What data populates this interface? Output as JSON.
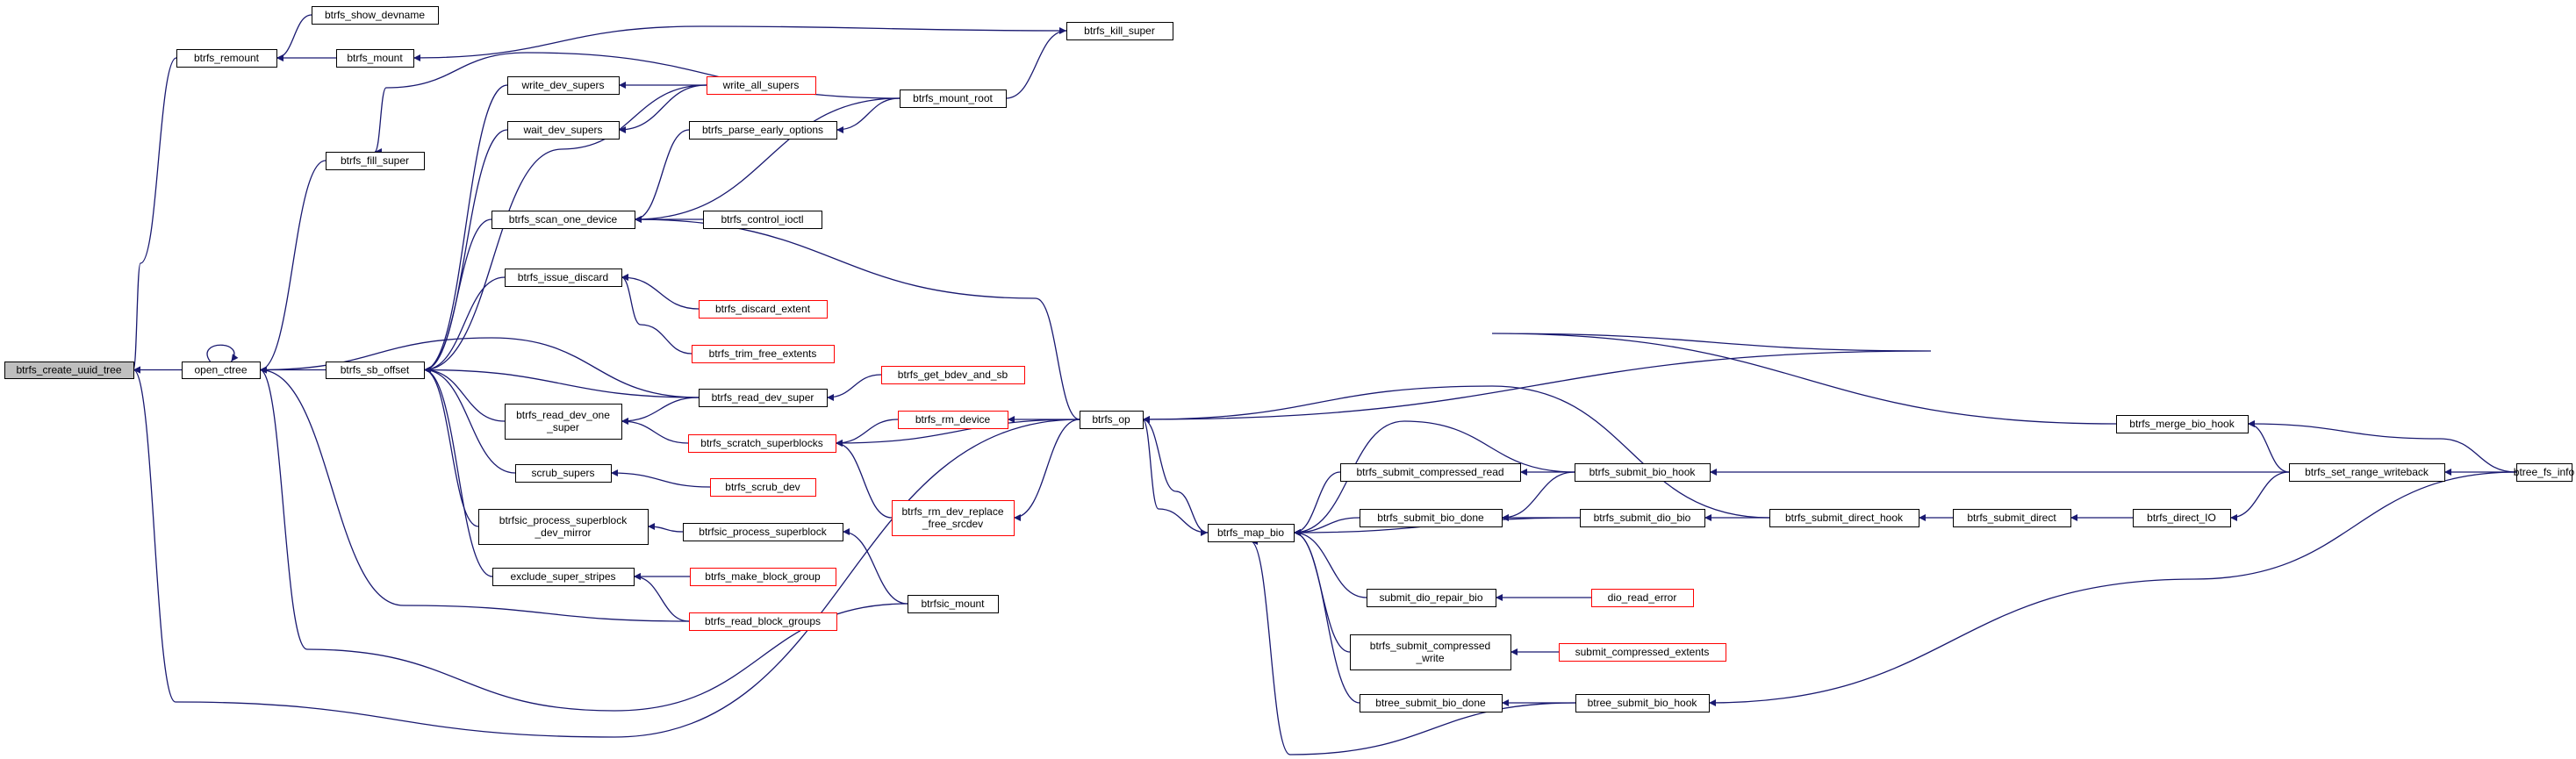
{
  "colors": {
    "edge": "#191970",
    "node_border": "#000000",
    "truncated_border": "#ff0000",
    "root_fill": "#bfbfbf"
  },
  "nodes": [
    {
      "id": "root",
      "lines": [
        "btrfs_create_uuid_tree"
      ],
      "truncated": false,
      "root": true
    },
    {
      "id": "open_ctree",
      "lines": [
        "open_ctree"
      ],
      "truncated": false
    },
    {
      "id": "btrfs_remount",
      "lines": [
        "btrfs_remount"
      ],
      "truncated": false
    },
    {
      "id": "btrfs_show_devname",
      "lines": [
        "btrfs_show_devname"
      ],
      "truncated": false
    },
    {
      "id": "btrfs_mount",
      "lines": [
        "btrfs_mount"
      ],
      "truncated": false
    },
    {
      "id": "btrfs_kill_super",
      "lines": [
        "btrfs_kill_super"
      ],
      "truncated": false
    },
    {
      "id": "btrfs_fill_super",
      "lines": [
        "btrfs_fill_super"
      ],
      "truncated": false
    },
    {
      "id": "btrfs_sb_offset",
      "lines": [
        "btrfs_sb_offset"
      ],
      "truncated": false
    },
    {
      "id": "write_dev_supers",
      "lines": [
        "write_dev_supers"
      ],
      "truncated": false
    },
    {
      "id": "write_all_supers",
      "lines": [
        "write_all_supers"
      ],
      "truncated": true
    },
    {
      "id": "wait_dev_supers",
      "lines": [
        "wait_dev_supers"
      ],
      "truncated": false
    },
    {
      "id": "btrfs_mount_root",
      "lines": [
        "btrfs_mount_root"
      ],
      "truncated": false
    },
    {
      "id": "btrfs_parse_early_options",
      "lines": [
        "btrfs_parse_early_options"
      ],
      "truncated": false
    },
    {
      "id": "btrfs_scan_one_device",
      "lines": [
        "btrfs_scan_one_device"
      ],
      "truncated": false
    },
    {
      "id": "btrfs_control_ioctl",
      "lines": [
        "btrfs_control_ioctl"
      ],
      "truncated": false
    },
    {
      "id": "btrfs_issue_discard",
      "lines": [
        "btrfs_issue_discard"
      ],
      "truncated": false
    },
    {
      "id": "btrfs_discard_extent",
      "lines": [
        "btrfs_discard_extent"
      ],
      "truncated": true
    },
    {
      "id": "btrfs_trim_free_extents",
      "lines": [
        "btrfs_trim_free_extents"
      ],
      "truncated": true
    },
    {
      "id": "btrfs_read_dev_super",
      "lines": [
        "btrfs_read_dev_super"
      ],
      "truncated": false
    },
    {
      "id": "btrfs_get_bdev_and_sb",
      "lines": [
        "btrfs_get_bdev_and_sb"
      ],
      "truncated": true
    },
    {
      "id": "btrfs_read_dev_one_super",
      "lines": [
        "btrfs_read_dev_one",
        "_super"
      ],
      "truncated": false
    },
    {
      "id": "btrfs_scratch_superblocks",
      "lines": [
        "btrfs_scratch_superblocks"
      ],
      "truncated": true
    },
    {
      "id": "btrfs_rm_device",
      "lines": [
        "btrfs_rm_device"
      ],
      "truncated": true
    },
    {
      "id": "btrfs_rm_dev_replace_free_srcdev",
      "lines": [
        "btrfs_rm_dev_replace",
        "_free_srcdev"
      ],
      "truncated": true
    },
    {
      "id": "scrub_supers",
      "lines": [
        "scrub_supers"
      ],
      "truncated": false
    },
    {
      "id": "btrfs_scrub_dev",
      "lines": [
        "btrfs_scrub_dev"
      ],
      "truncated": true
    },
    {
      "id": "btrfsic_process_superblock_dev_mirror",
      "lines": [
        "btrfsic_process_superblock",
        "_dev_mirror"
      ],
      "truncated": false
    },
    {
      "id": "btrfsic_process_superblock",
      "lines": [
        "btrfsic_process_superblock"
      ],
      "truncated": false
    },
    {
      "id": "exclude_super_stripes",
      "lines": [
        "exclude_super_stripes"
      ],
      "truncated": false
    },
    {
      "id": "btrfs_make_block_group",
      "lines": [
        "btrfs_make_block_group"
      ],
      "truncated": true
    },
    {
      "id": "btrfs_read_block_groups",
      "lines": [
        "btrfs_read_block_groups"
      ],
      "truncated": true
    },
    {
      "id": "btrfsic_mount",
      "lines": [
        "btrfsic_mount"
      ],
      "truncated": false
    },
    {
      "id": "btrfs_op",
      "lines": [
        "btrfs_op"
      ],
      "truncated": false
    },
    {
      "id": "btrfs_map_bio",
      "lines": [
        "btrfs_map_bio"
      ],
      "truncated": false
    },
    {
      "id": "btrfs_submit_compressed_read",
      "lines": [
        "btrfs_submit_compressed_read"
      ],
      "truncated": false
    },
    {
      "id": "btrfs_submit_bio_hook",
      "lines": [
        "btrfs_submit_bio_hook"
      ],
      "truncated": false
    },
    {
      "id": "btrfs_submit_bio_done",
      "lines": [
        "btrfs_submit_bio_done"
      ],
      "truncated": false
    },
    {
      "id": "btrfs_submit_dio_bio",
      "lines": [
        "btrfs_submit_dio_bio"
      ],
      "truncated": false
    },
    {
      "id": "btrfs_submit_direct_hook",
      "lines": [
        "btrfs_submit_direct_hook"
      ],
      "truncated": false
    },
    {
      "id": "btrfs_submit_direct",
      "lines": [
        "btrfs_submit_direct"
      ],
      "truncated": false
    },
    {
      "id": "btrfs_direct_IO",
      "lines": [
        "btrfs_direct_IO"
      ],
      "truncated": false
    },
    {
      "id": "submit_dio_repair_bio",
      "lines": [
        "submit_dio_repair_bio"
      ],
      "truncated": false
    },
    {
      "id": "dio_read_error",
      "lines": [
        "dio_read_error"
      ],
      "truncated": true
    },
    {
      "id": "btrfs_submit_compressed_write",
      "lines": [
        "btrfs_submit_compressed",
        "_write"
      ],
      "truncated": false
    },
    {
      "id": "submit_compressed_extents",
      "lines": [
        "submit_compressed_extents"
      ],
      "truncated": true
    },
    {
      "id": "btree_submit_bio_done",
      "lines": [
        "btree_submit_bio_done"
      ],
      "truncated": false
    },
    {
      "id": "btree_submit_bio_hook",
      "lines": [
        "btree_submit_bio_hook"
      ],
      "truncated": false
    },
    {
      "id": "btrfs_merge_bio_hook",
      "lines": [
        "btrfs_merge_bio_hook"
      ],
      "truncated": false
    },
    {
      "id": "btrfs_set_range_writeback",
      "lines": [
        "btrfs_set_range_writeback"
      ],
      "truncated": false
    },
    {
      "id": "btree_fs_info",
      "lines": [
        "btree_fs_info"
      ],
      "truncated": false
    }
  ],
  "edges": [
    [
      "btrfs_remount",
      "root"
    ],
    [
      "open_ctree",
      "root"
    ],
    [
      "btrfs_op",
      "root"
    ],
    [
      "btrfs_sb_offset",
      "open_ctree"
    ],
    [
      "btrfs_fill_super",
      "open_ctree"
    ],
    [
      "btrfs_read_block_groups",
      "open_ctree"
    ],
    [
      "btrfsic_mount",
      "open_ctree"
    ],
    [
      "btrfs_read_dev_super",
      "open_ctree"
    ],
    [
      "open_ctree",
      "open_ctree"
    ],
    [
      "btrfs_show_devname",
      "btrfs_remount"
    ],
    [
      "btrfs_mount",
      "btrfs_remount"
    ],
    [
      "btrfs_kill_super",
      "btrfs_mount"
    ],
    [
      "btrfs_mount_root",
      "btrfs_fill_super"
    ],
    [
      "btrfs_mount_root",
      "btrfs_kill_super"
    ],
    [
      "write_dev_supers",
      "btrfs_sb_offset"
    ],
    [
      "wait_dev_supers",
      "btrfs_sb_offset"
    ],
    [
      "write_all_supers",
      "btrfs_sb_offset"
    ],
    [
      "btrfs_scan_one_device",
      "btrfs_sb_offset"
    ],
    [
      "btrfs_issue_discard",
      "btrfs_sb_offset"
    ],
    [
      "btrfs_read_dev_super",
      "btrfs_sb_offset"
    ],
    [
      "btrfs_read_dev_one_super",
      "btrfs_sb_offset"
    ],
    [
      "scrub_supers",
      "btrfs_sb_offset"
    ],
    [
      "btrfsic_process_superblock_dev_mirror",
      "btrfs_sb_offset"
    ],
    [
      "exclude_super_stripes",
      "btrfs_sb_offset"
    ],
    [
      "write_all_supers",
      "write_dev_supers"
    ],
    [
      "write_all_supers",
      "wait_dev_supers"
    ],
    [
      "btrfs_parse_early_options",
      "btrfs_scan_one_device"
    ],
    [
      "btrfs_mount_root",
      "btrfs_scan_one_device"
    ],
    [
      "btrfs_control_ioctl",
      "btrfs_scan_one_device"
    ],
    [
      "btrfs_op",
      "btrfs_scan_one_device"
    ],
    [
      "btrfs_mount_root",
      "btrfs_parse_early_options"
    ],
    [
      "btrfs_discard_extent",
      "btrfs_issue_discard"
    ],
    [
      "btrfs_trim_free_extents",
      "btrfs_issue_discard"
    ],
    [
      "btrfs_get_bdev_and_sb",
      "btrfs_read_dev_super"
    ],
    [
      "btrfs_read_dev_super",
      "btrfs_read_dev_one_super"
    ],
    [
      "btrfs_scratch_superblocks",
      "btrfs_read_dev_one_super"
    ],
    [
      "btrfs_rm_device",
      "btrfs_scratch_superblocks"
    ],
    [
      "btrfs_rm_dev_replace_free_srcdev",
      "btrfs_scratch_superblocks"
    ],
    [
      "btrfs_op",
      "btrfs_scratch_superblocks"
    ],
    [
      "btrfs_op",
      "btrfs_rm_device"
    ],
    [
      "btrfs_op",
      "btrfs_rm_dev_replace_free_srcdev"
    ],
    [
      "btrfs_scrub_dev",
      "scrub_supers"
    ],
    [
      "btrfsic_process_superblock",
      "btrfsic_process_superblock_dev_mirror"
    ],
    [
      "btrfsic_mount",
      "btrfsic_process_superblock"
    ],
    [
      "btrfs_make_block_group",
      "exclude_super_stripes"
    ],
    [
      "btrfs_read_block_groups",
      "exclude_super_stripes"
    ],
    [
      "btrfs_map_bio",
      "btrfs_op"
    ],
    [
      "btrfs_merge_bio_hook",
      "btrfs_op"
    ],
    [
      "btrfs_submit_direct_hook",
      "btrfs_op"
    ],
    [
      "btrfs_op",
      "btrfs_map_bio"
    ],
    [
      "btrfs_submit_compressed_read",
      "btrfs_map_bio"
    ],
    [
      "btrfs_submit_bio_hook",
      "btrfs_map_bio"
    ],
    [
      "btrfs_submit_bio_done",
      "btrfs_map_bio"
    ],
    [
      "btrfs_submit_dio_bio",
      "btrfs_map_bio"
    ],
    [
      "submit_dio_repair_bio",
      "btrfs_map_bio"
    ],
    [
      "btrfs_submit_compressed_write",
      "btrfs_map_bio"
    ],
    [
      "btree_submit_bio_done",
      "btrfs_map_bio"
    ],
    [
      "btree_submit_bio_hook",
      "btrfs_map_bio"
    ],
    [
      "btrfs_submit_bio_hook",
      "btrfs_submit_compressed_read"
    ],
    [
      "btrfs_submit_bio_hook",
      "btrfs_submit_bio_done"
    ],
    [
      "btrfs_submit_dio_bio",
      "btrfs_submit_bio_done"
    ],
    [
      "btrfs_submit_direct_hook",
      "btrfs_submit_dio_bio"
    ],
    [
      "btrfs_submit_direct",
      "btrfs_submit_direct_hook"
    ],
    [
      "btrfs_direct_IO",
      "btrfs_submit_direct"
    ],
    [
      "btrfs_set_range_writeback",
      "btrfs_direct_IO"
    ],
    [
      "btrfs_set_range_writeback",
      "btrfs_submit_bio_hook"
    ],
    [
      "dio_read_error",
      "submit_dio_repair_bio"
    ],
    [
      "submit_compressed_extents",
      "btrfs_submit_compressed_write"
    ],
    [
      "btree_submit_bio_hook",
      "btree_submit_bio_done"
    ],
    [
      "btrfs_set_range_writeback",
      "btrfs_merge_bio_hook"
    ],
    [
      "btree_fs_info",
      "btrfs_merge_bio_hook"
    ],
    [
      "btree_fs_info",
      "btrfs_set_range_writeback"
    ],
    [
      "btree_fs_info",
      "btree_submit_bio_hook"
    ]
  ]
}
